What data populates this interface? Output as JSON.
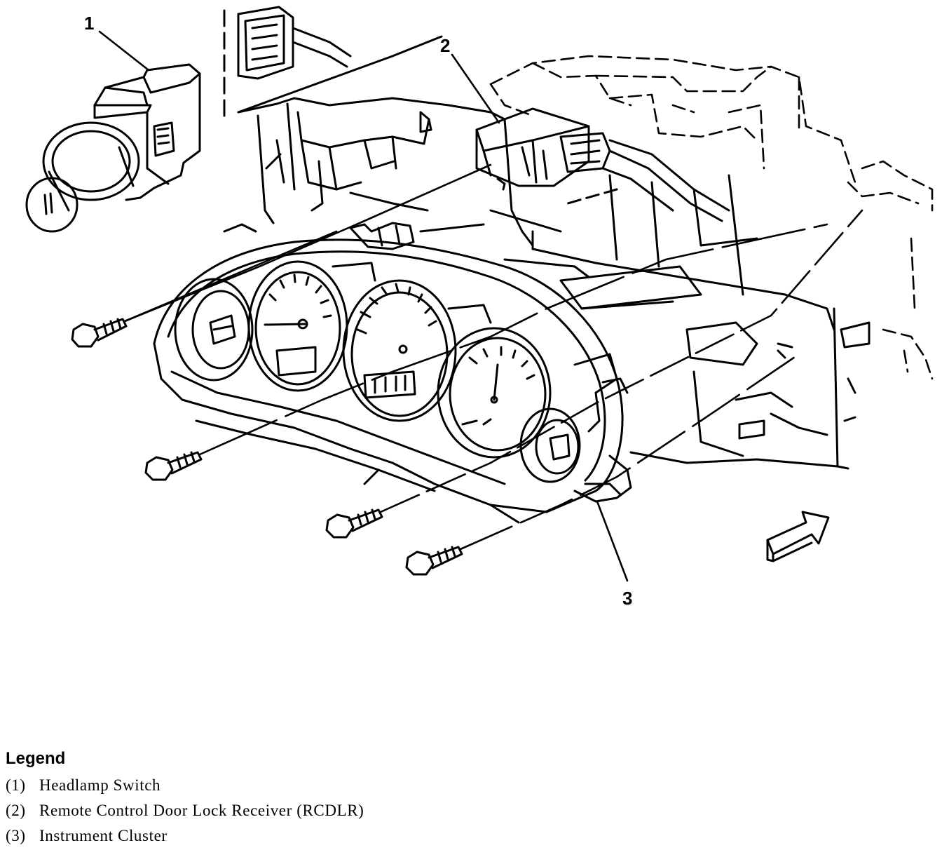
{
  "callouts": {
    "c1": "1",
    "c2": "2",
    "c3": "3"
  },
  "legend": {
    "title": "Legend",
    "items": [
      {
        "num": "(1)",
        "label": "Headlamp Switch"
      },
      {
        "num": "(2)",
        "label": "Remote Control Door Lock Receiver (RCDLR)"
      },
      {
        "num": "(3)",
        "label": "Instrument Cluster"
      }
    ]
  }
}
